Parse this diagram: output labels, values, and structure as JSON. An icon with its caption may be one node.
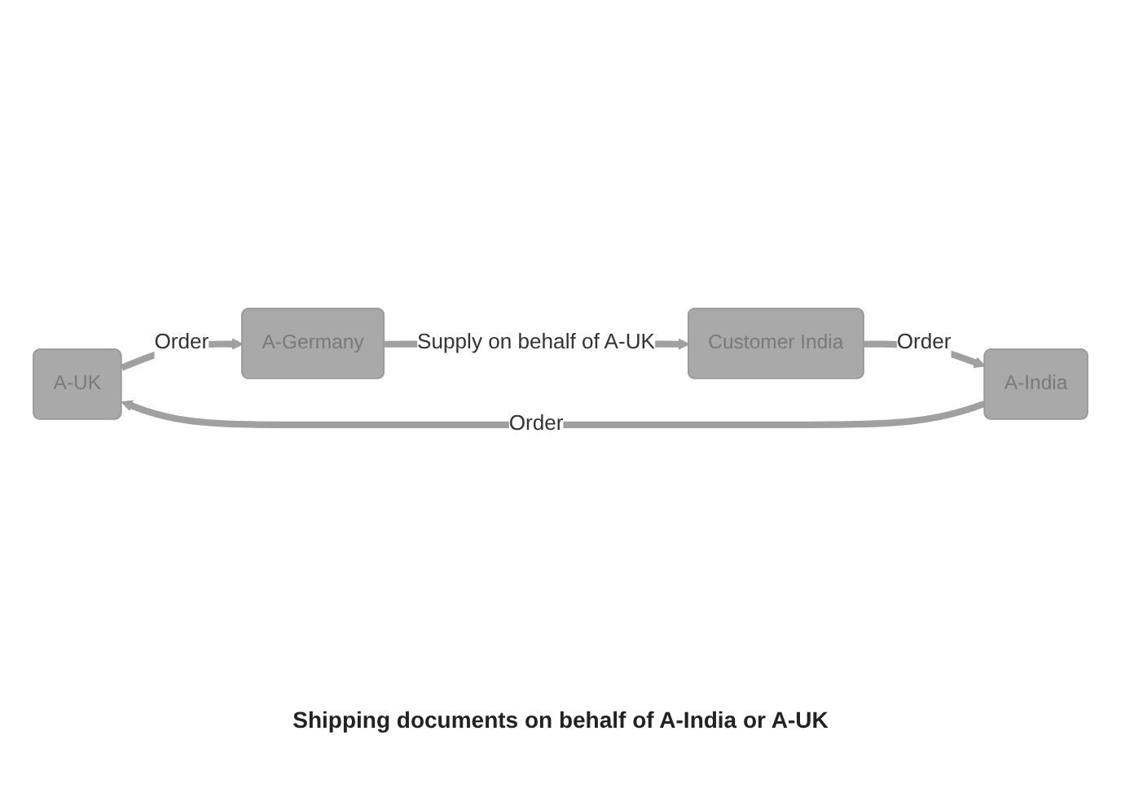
{
  "diagram": {
    "nodes": [
      {
        "text": [
          "A-UK"
        ]
      },
      {
        "text": [
          "A-India"
        ]
      },
      {
        "text": [
          "A-Germany"
        ]
      },
      {
        "text": [
          "Customer India"
        ]
      }
    ],
    "edges": [
      {
        "from": 1,
        "to": 0,
        "arrow": "to",
        "label": "Order"
      },
      {
        "from": 0,
        "to": 2,
        "arrow": "to",
        "label": "Order"
      },
      {
        "from": 2,
        "to": 3,
        "arrow": "to",
        "label": "Supply on behalf of A-UK"
      },
      {
        "from": 3,
        "to": 1,
        "arrow": "to",
        "label": "Order"
      }
    ],
    "labels": [
      "Shipping documents on behalf of A-India or A-UK"
    ]
  }
}
